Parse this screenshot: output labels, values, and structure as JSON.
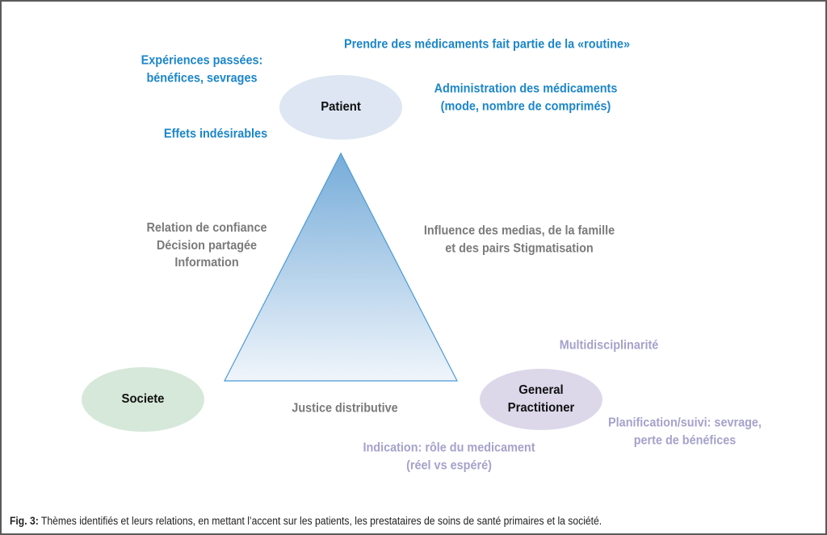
{
  "nodes": {
    "patient": "Patient",
    "societe": "Societe",
    "gp_line1": "General",
    "gp_line2": "Practitioner"
  },
  "themes": {
    "routine": "Prendre des médicaments fait partie de la «routine»",
    "experiences_1": "Expériences passées:",
    "experiences_2": "bénéfices, sevrages",
    "administration_1": "Administration des médicaments",
    "administration_2": "(mode, nombre de comprimés)",
    "effets": "Effets indésirables",
    "relation_1": "Relation de confiance",
    "relation_2": "Décision partagée",
    "relation_3": "Information",
    "influence_1": "Influence des medias, de la famille",
    "influence_2": "et des pairs Stigmatisation",
    "multidisciplinarite": "Multidisciplinarité",
    "justice": "Justice distributive",
    "indication_1": "Indication: rôle du medicament",
    "indication_2": "(réel vs espéré)",
    "planification_1": "Planification/suivi: sevrage,",
    "planification_2": "perte de bénéfices"
  },
  "caption": {
    "label": "Fig. 3:",
    "text": " Thèmes identifiés et leurs relations, en mettant l’accent sur les patients, les prestataires de soins de santé primaires et la société."
  },
  "colors": {
    "patient_theme": "#1c86c9",
    "shared_theme": "#7a7a7a",
    "gp_theme": "#a5a2cb",
    "patient_node": "#dde6f2",
    "societe_node": "#d6e8d9",
    "gp_node": "#dcd8ea"
  }
}
